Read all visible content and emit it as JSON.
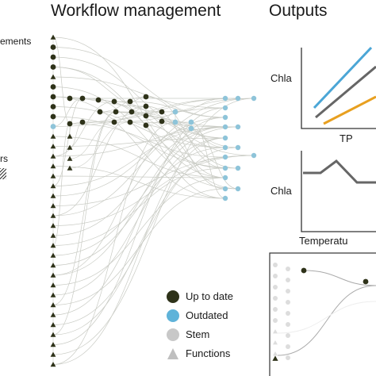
{
  "headings": {
    "workflow": "Workflow management",
    "outputs": "Outputs"
  },
  "cut_labels": {
    "measurements": "ements",
    "drivers": "rs"
  },
  "legend": [
    {
      "label": "Up to date",
      "color": "#2e3219",
      "shape": "circle"
    },
    {
      "label": "Outdated",
      "color": "#5fb3d9",
      "shape": "circle"
    },
    {
      "label": "Stem",
      "color": "#c8c8c8",
      "shape": "circle"
    },
    {
      "label": "Functions",
      "color": "#bfbfbf",
      "shape": "triangle"
    }
  ],
  "outputs": {
    "chart1": {
      "ylabel": "Chla",
      "xlabel": "TP"
    },
    "chart2": {
      "ylabel": "Chla",
      "xlabel": "Temperatu"
    }
  },
  "colors": {
    "up_to_date": "#2e3219",
    "outdated": "#8ec4d9",
    "edge": "#c9cbc4",
    "line_blue": "#4ba6d6",
    "line_gray": "#666666",
    "line_orange": "#e8a020",
    "frame": "#333333"
  }
}
